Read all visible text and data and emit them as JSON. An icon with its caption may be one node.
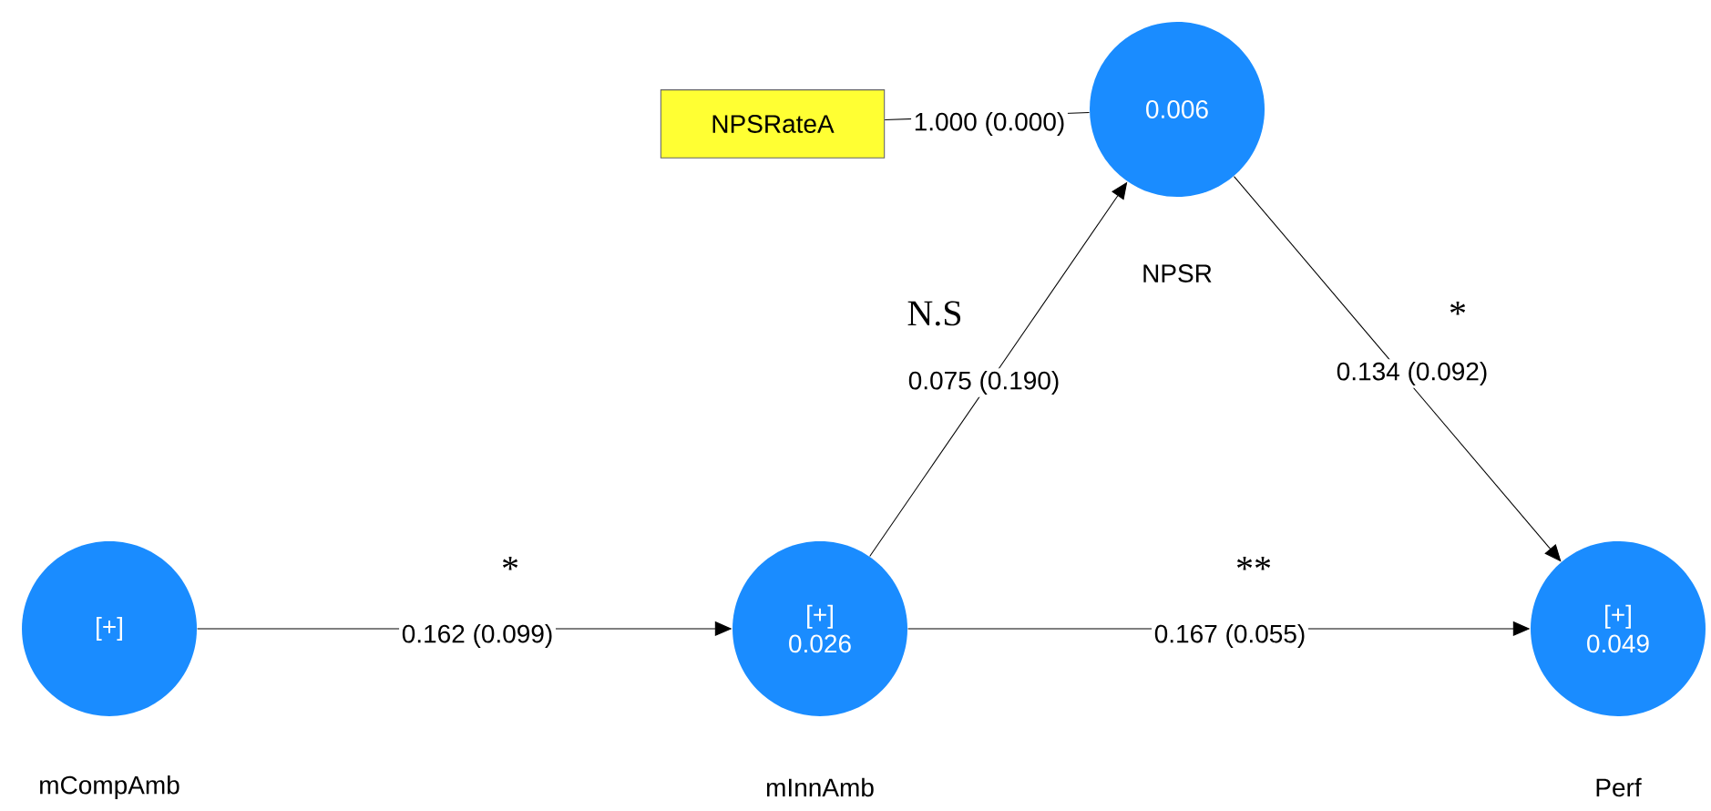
{
  "diagram": {
    "nodes": [
      {
        "text": [
          "NPSRateA"
        ]
      },
      {
        "text": [
          "0.006"
        ],
        "beside": [
          "NPSR"
        ]
      },
      {
        "text": [
          "[+]"
        ],
        "beside": [
          "mCompAmb"
        ]
      },
      {
        "text": [
          "[+]",
          "0.026"
        ],
        "beside": [
          "mInnAmb"
        ]
      },
      {
        "text": [
          "[+]",
          "0.049"
        ],
        "beside": [
          "Perf"
        ]
      }
    ],
    "edges": [
      {
        "from": 0,
        "to": 1,
        "arrow": "none",
        "label": "1.000 (0.000)"
      },
      {
        "from": 2,
        "to": 3,
        "arrow": "to",
        "label": "0.162 (0.099)"
      },
      {
        "from": 3,
        "to": 1,
        "arrow": "to",
        "label": "0.075 (0.190)"
      },
      {
        "from": 1,
        "to": 4,
        "arrow": "to",
        "label": "0.134 (0.092)"
      },
      {
        "from": 3,
        "to": 4,
        "arrow": "to",
        "label": "0.167 (0.055)"
      }
    ],
    "labels": [
      "N.S",
      "*",
      "*",
      "**"
    ]
  }
}
